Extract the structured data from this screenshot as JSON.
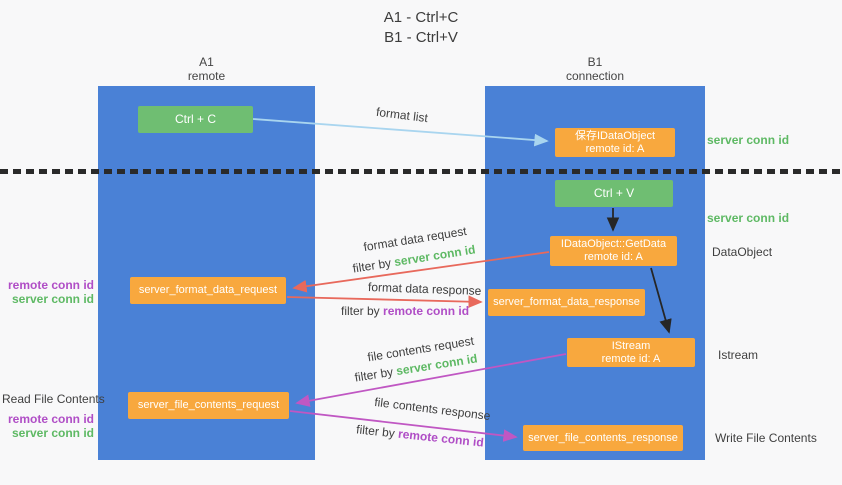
{
  "title": {
    "line1": "A1 - Ctrl+C",
    "line2": "B1 - Ctrl+V"
  },
  "columns": {
    "left": {
      "name": "A1",
      "subtitle": "remote"
    },
    "right": {
      "name": "B1",
      "subtitle": "connection"
    }
  },
  "nodes": {
    "ctrl_c": {
      "label": "Ctrl + C"
    },
    "ctrl_v": {
      "label": "Ctrl + V"
    },
    "save_dataobject": {
      "line1": "保存IDataObject",
      "line2": "remote id: A"
    },
    "getdata": {
      "line1": "IDataObject::GetData",
      "line2": "remote id: A"
    },
    "istream": {
      "line1": "IStream",
      "line2": "remote id: A"
    },
    "server_format_data_request": {
      "label": "server_format_data_request"
    },
    "server_format_data_response": {
      "label": "server_format_data_response"
    },
    "server_file_contents_request": {
      "label": "server_file_contents_request"
    },
    "server_file_contents_response": {
      "label": "server_file_contents_response"
    }
  },
  "arrow_labels": {
    "format_list": "format list",
    "format_data_request": "format data request",
    "format_data_response": "format data response",
    "file_contents_request": "file contents request",
    "file_contents_response": "file contents response",
    "filter_by": "filter by"
  },
  "side_labels": {
    "server_conn_id": "server conn id",
    "remote_conn_id": "remote conn id",
    "dataobject": "DataObject",
    "istream": "Istream",
    "read_file_contents": "Read File Contents",
    "write_file_contents": "Write File Contents"
  },
  "colors": {
    "lifeline_blue": "#4a81d6",
    "node_green": "#6fbe72",
    "node_orange": "#f8a83e",
    "label_green": "#5eb964",
    "label_purple": "#b04ec6",
    "arrow_light_blue": "#a9d5ef",
    "arrow_red": "#e8695c",
    "arrow_magenta": "#c057c3",
    "arrow_black": "#262626",
    "background": "#f8f8f9"
  }
}
